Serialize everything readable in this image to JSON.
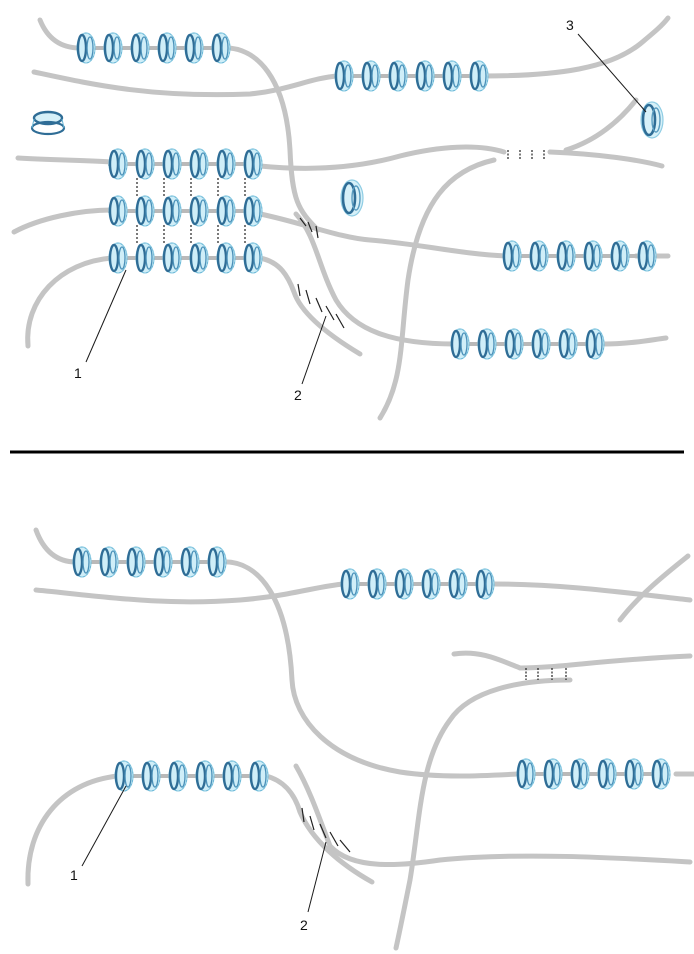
{
  "figure": {
    "callouts": {
      "one": "1",
      "two": "2",
      "three": "3"
    },
    "colors": {
      "fiber": "#c4c4c4",
      "ring_dark": "#2f6d96",
      "ring_light": "#9fd6ea",
      "divider": "#000000"
    }
  }
}
